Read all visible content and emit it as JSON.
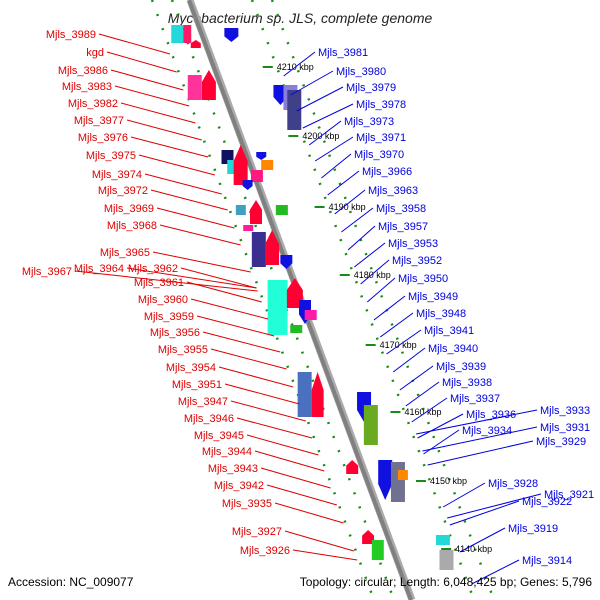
{
  "title": "Mycobacterium sp. JLS, complete genome",
  "footer": {
    "accession": "Accession: NC_009077",
    "topology": "Topology: circular; Length: 6,048,425 bp; Genes: 5,796"
  },
  "colors": {
    "left_label": "#dd0000",
    "right_label": "#0000dd",
    "backbone": "#808080",
    "track_dots": "#1a8a1a",
    "ticks": "#1a8a1a"
  },
  "kbp_ticks": [
    "4210 kbp",
    "4200 kbp",
    "4190 kbp",
    "4180 kbp",
    "4170 kbp",
    "4160 kbp",
    "4150 kbp",
    "4140 kbp"
  ],
  "left_labels": [
    "Mjls_3989",
    "kgd",
    "Mjls_3986",
    "Mjls_3983",
    "Mjls_3982",
    "Mjls_3977",
    "Mjls_3976",
    "Mjls_3975",
    "Mjls_3974",
    "Mjls_3972",
    "Mjls_3969",
    "Mjls_3968",
    "Mjls_3965",
    "Mjls_3964",
    "Mjls_3967",
    "Mjls_3962",
    "Mjls_3961",
    "Mjls_3960",
    "Mjls_3959",
    "Mjls_3956",
    "Mjls_3955",
    "Mjls_3954",
    "Mjls_3951",
    "Mjls_3947",
    "Mjls_3946",
    "Mjls_3945",
    "Mjls_3944",
    "Mjls_3943",
    "Mjls_3942",
    "Mjls_3935",
    "Mjls_3927",
    "Mjls_3926"
  ],
  "right_labels": [
    "Mjls_3981",
    "Mjls_3980",
    "Mjls_3979",
    "Mjls_3978",
    "Mjls_3973",
    "Mjls_3971",
    "Mjls_3970",
    "Mjls_3966",
    "Mjls_3963",
    "Mjls_3958",
    "Mjls_3957",
    "Mjls_3953",
    "Mjls_3952",
    "Mjls_3950",
    "Mjls_3949",
    "Mjls_3948",
    "Mjls_3941",
    "Mjls_3940",
    "Mjls_3939",
    "Mjls_3938",
    "Mjls_3937",
    "Mjls_3936",
    "Mjls_3934",
    "Mjls_3933",
    "Mjls_3931",
    "Mjls_3929",
    "Mjls_3928",
    "Mjls_3922",
    "Mjls_3921",
    "Mjls_3919",
    "Mjls_3914"
  ]
}
